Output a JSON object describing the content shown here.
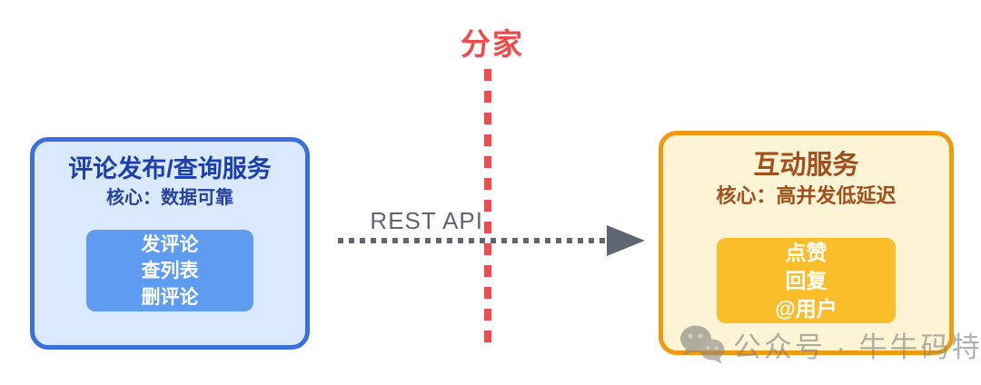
{
  "separator": {
    "label": "分家",
    "color": "#F04A4A"
  },
  "arrow": {
    "label": "REST API",
    "color": "#5F6673",
    "direction": "left-to-right"
  },
  "left_box": {
    "title": "评论发布/查询服务",
    "subtitle": "核心：数据可靠",
    "items": [
      "发评论",
      "查列表",
      "删评论"
    ],
    "border_color": "#3B6FE0",
    "bg_color": "#DBE9FC",
    "title_color": "#1C3FAE",
    "inner_bg_color": "#5E9CF1"
  },
  "right_box": {
    "title": "互动服务",
    "subtitle": "核心：高并发低延迟",
    "items": [
      "点赞",
      "回复",
      "@用户"
    ],
    "border_color": "#F09B0F",
    "bg_color": "#FDF4D6",
    "title_color": "#A34E1B",
    "inner_bg_color": "#F9BE29"
  },
  "watermark": {
    "icon": "wechat-icon",
    "text": "公众号 · 牛牛码特",
    "color": "#82827D"
  }
}
